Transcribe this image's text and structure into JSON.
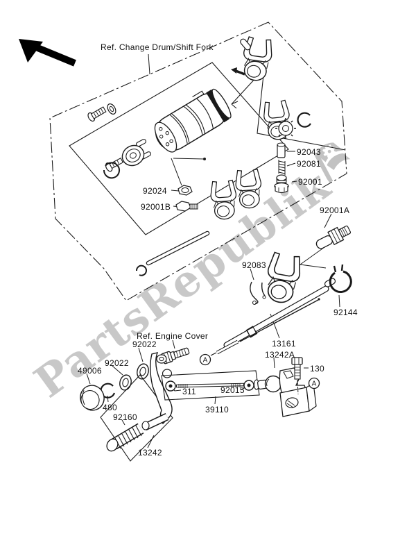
{
  "title": "Gear Change Mechanism parts diagram",
  "annotations": {
    "change_drum_ref": "Ref. Change Drum/Shift Fork",
    "engine_cover_ref": "Ref.  Engine Cover"
  },
  "labels": {
    "l92043": "92043",
    "l92081": "92081",
    "l92001": "92001",
    "l92001a": "92001A",
    "l92024": "92024",
    "l92001b": "92001B",
    "l92083": "92083",
    "l92144": "92144",
    "l13161": "13161",
    "l13242a": "13242A",
    "l130": "130",
    "l92022a": "92022",
    "l92022b": "92022",
    "l49006": "49006",
    "l480": "480",
    "l92160": "92160",
    "l311": "311",
    "l92015": "92015",
    "l39110": "39110",
    "l13242": "13242",
    "ref_marker": "A"
  },
  "watermark": {
    "text": "PartsRepublik"
  },
  "colors": {
    "line": "#1a1a1a",
    "watermark_gray": "#7d7d7d",
    "background": "#ffffff"
  }
}
